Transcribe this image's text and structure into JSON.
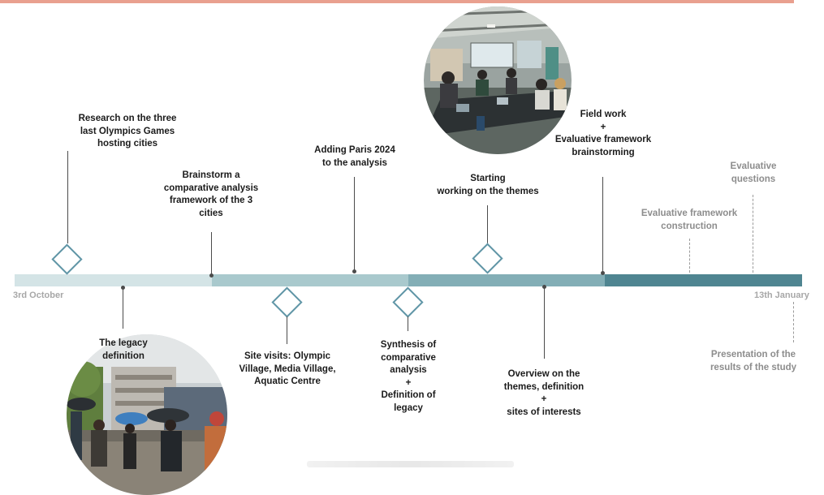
{
  "timeline": {
    "start_label": "3rd October",
    "end_label": "13th January"
  },
  "colors": {
    "top_bar": "#e9a08f",
    "segment_1": "#d4e4e6",
    "segment_2": "#a9c9cd",
    "segment_3": "#83aeb6",
    "segment_4": "#4f8591",
    "diamond_border": "#5f95a6"
  },
  "milestones": {
    "research": [
      "Research on the three",
      "last Olympics Games",
      "hosting cities"
    ],
    "brainstorm": [
      "Brainstorm a",
      "comparative analysis",
      "framework of the 3",
      "cities"
    ],
    "paris": [
      "Adding Paris 2024",
      "to the analysis"
    ],
    "themes": [
      "Starting",
      "working on the themes"
    ],
    "fieldwork": [
      "Field work",
      "+",
      "Evaluative framework",
      "brainstorming"
    ],
    "eval_questions": [
      "Evaluative",
      "questions"
    ],
    "framework_construction": [
      "Evaluative framework",
      "construction"
    ],
    "legacy_definition": [
      "The legacy",
      "definition"
    ],
    "site_visits": [
      "Site visits: Olympic",
      "Village, Media Village,",
      "Aquatic Centre"
    ],
    "synthesis": [
      "Synthesis of",
      "comparative",
      "analysis",
      "+",
      "Definition of",
      "legacy"
    ],
    "overview": [
      "Overview on the",
      "themes, definition",
      "+",
      "sites of interests"
    ],
    "presentation": [
      "Presentation of the",
      "results of the study"
    ]
  }
}
